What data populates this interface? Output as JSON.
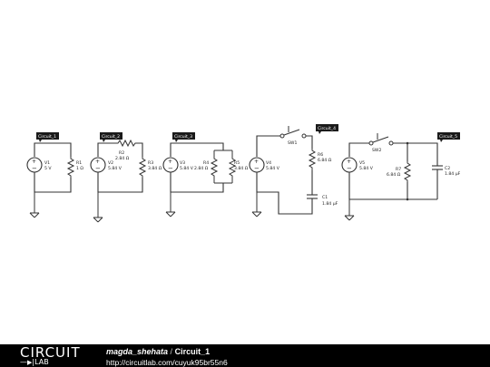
{
  "footer": {
    "logo_line1": "CIRCUIT",
    "logo_line2": "LAB",
    "username": "magda_shehata",
    "separator": "/",
    "circuit_name": "Circuit_1",
    "url": "http://circuitlab.com/cuyuk95br55n6"
  },
  "circuits": [
    {
      "tag": "Circuit_1",
      "source": {
        "name": "V1",
        "value": "5 V"
      },
      "resistors": [
        {
          "name": "R1",
          "value": "1 Ω"
        }
      ]
    },
    {
      "tag": "Circuit_2",
      "source": {
        "name": "V2",
        "value": "5.84 V"
      },
      "resistors": [
        {
          "name": "R2",
          "value": "2.84 Ω"
        },
        {
          "name": "R3",
          "value": "3.84 Ω"
        }
      ]
    },
    {
      "tag": "Circuit_3",
      "source": {
        "name": "V3",
        "value": "5.84 V"
      },
      "resistors": [
        {
          "name": "R4",
          "value": "2.84 Ω"
        },
        {
          "name": "R5",
          "value": "3.84 Ω"
        }
      ]
    },
    {
      "tag": "Circuit_4",
      "source": {
        "name": "V4",
        "value": "5.84 V"
      },
      "switch": {
        "name": "SW1"
      },
      "resistors": [
        {
          "name": "R6",
          "value": "6.84 Ω"
        }
      ],
      "capacitor": {
        "name": "C1",
        "value": "1.84 µF"
      }
    },
    {
      "tag": "Circuit_5",
      "source": {
        "name": "V5",
        "value": "5.84 V"
      },
      "switch": {
        "name": "SW2"
      },
      "resistors": [
        {
          "name": "R7",
          "value": "6.84 Ω"
        }
      ],
      "capacitor": {
        "name": "C2",
        "value": "1.84 µF"
      }
    }
  ],
  "colors": {
    "footer_bg": "#000000",
    "wire": "#333333",
    "tag_bg": "#1a1a1a"
  }
}
